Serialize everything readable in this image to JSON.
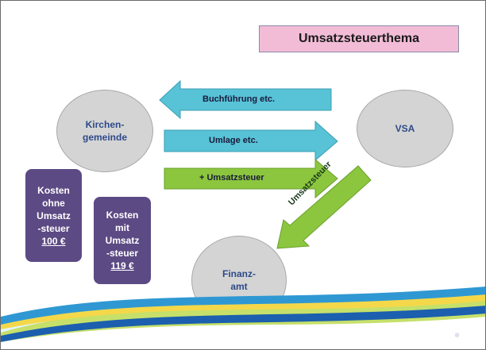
{
  "title": "Umsatzsteuerthema",
  "nodes": {
    "kirchengemeinde": "Kirchen-\ngemeinde",
    "vsa": "VSA",
    "finanzamt": "Finanz-\namt"
  },
  "arrows": {
    "buchfuehrung": "Buchführung etc.",
    "umlage": "Umlage etc.",
    "umsatzsteuer_plus": "+ Umsatzsteuer",
    "umsatzsteuer_diag": "Umsatzsteuer"
  },
  "cost_boxes": [
    {
      "lines": [
        "Kosten",
        "ohne",
        "Umsatz",
        "-steuer"
      ],
      "amount": "100 €"
    },
    {
      "lines": [
        "Kosten",
        "mit",
        "Umsatz",
        "-steuer"
      ],
      "amount": "119 €"
    }
  ],
  "colors": {
    "title_bg": "#f2bcd6",
    "arrow_blue": "#58c2d6",
    "arrow_green": "#8cc63f",
    "ellipse": "#d4d4d4",
    "node_text": "#2d4a8a",
    "cost_bg": "#5c4a84"
  },
  "page_marker": "®"
}
